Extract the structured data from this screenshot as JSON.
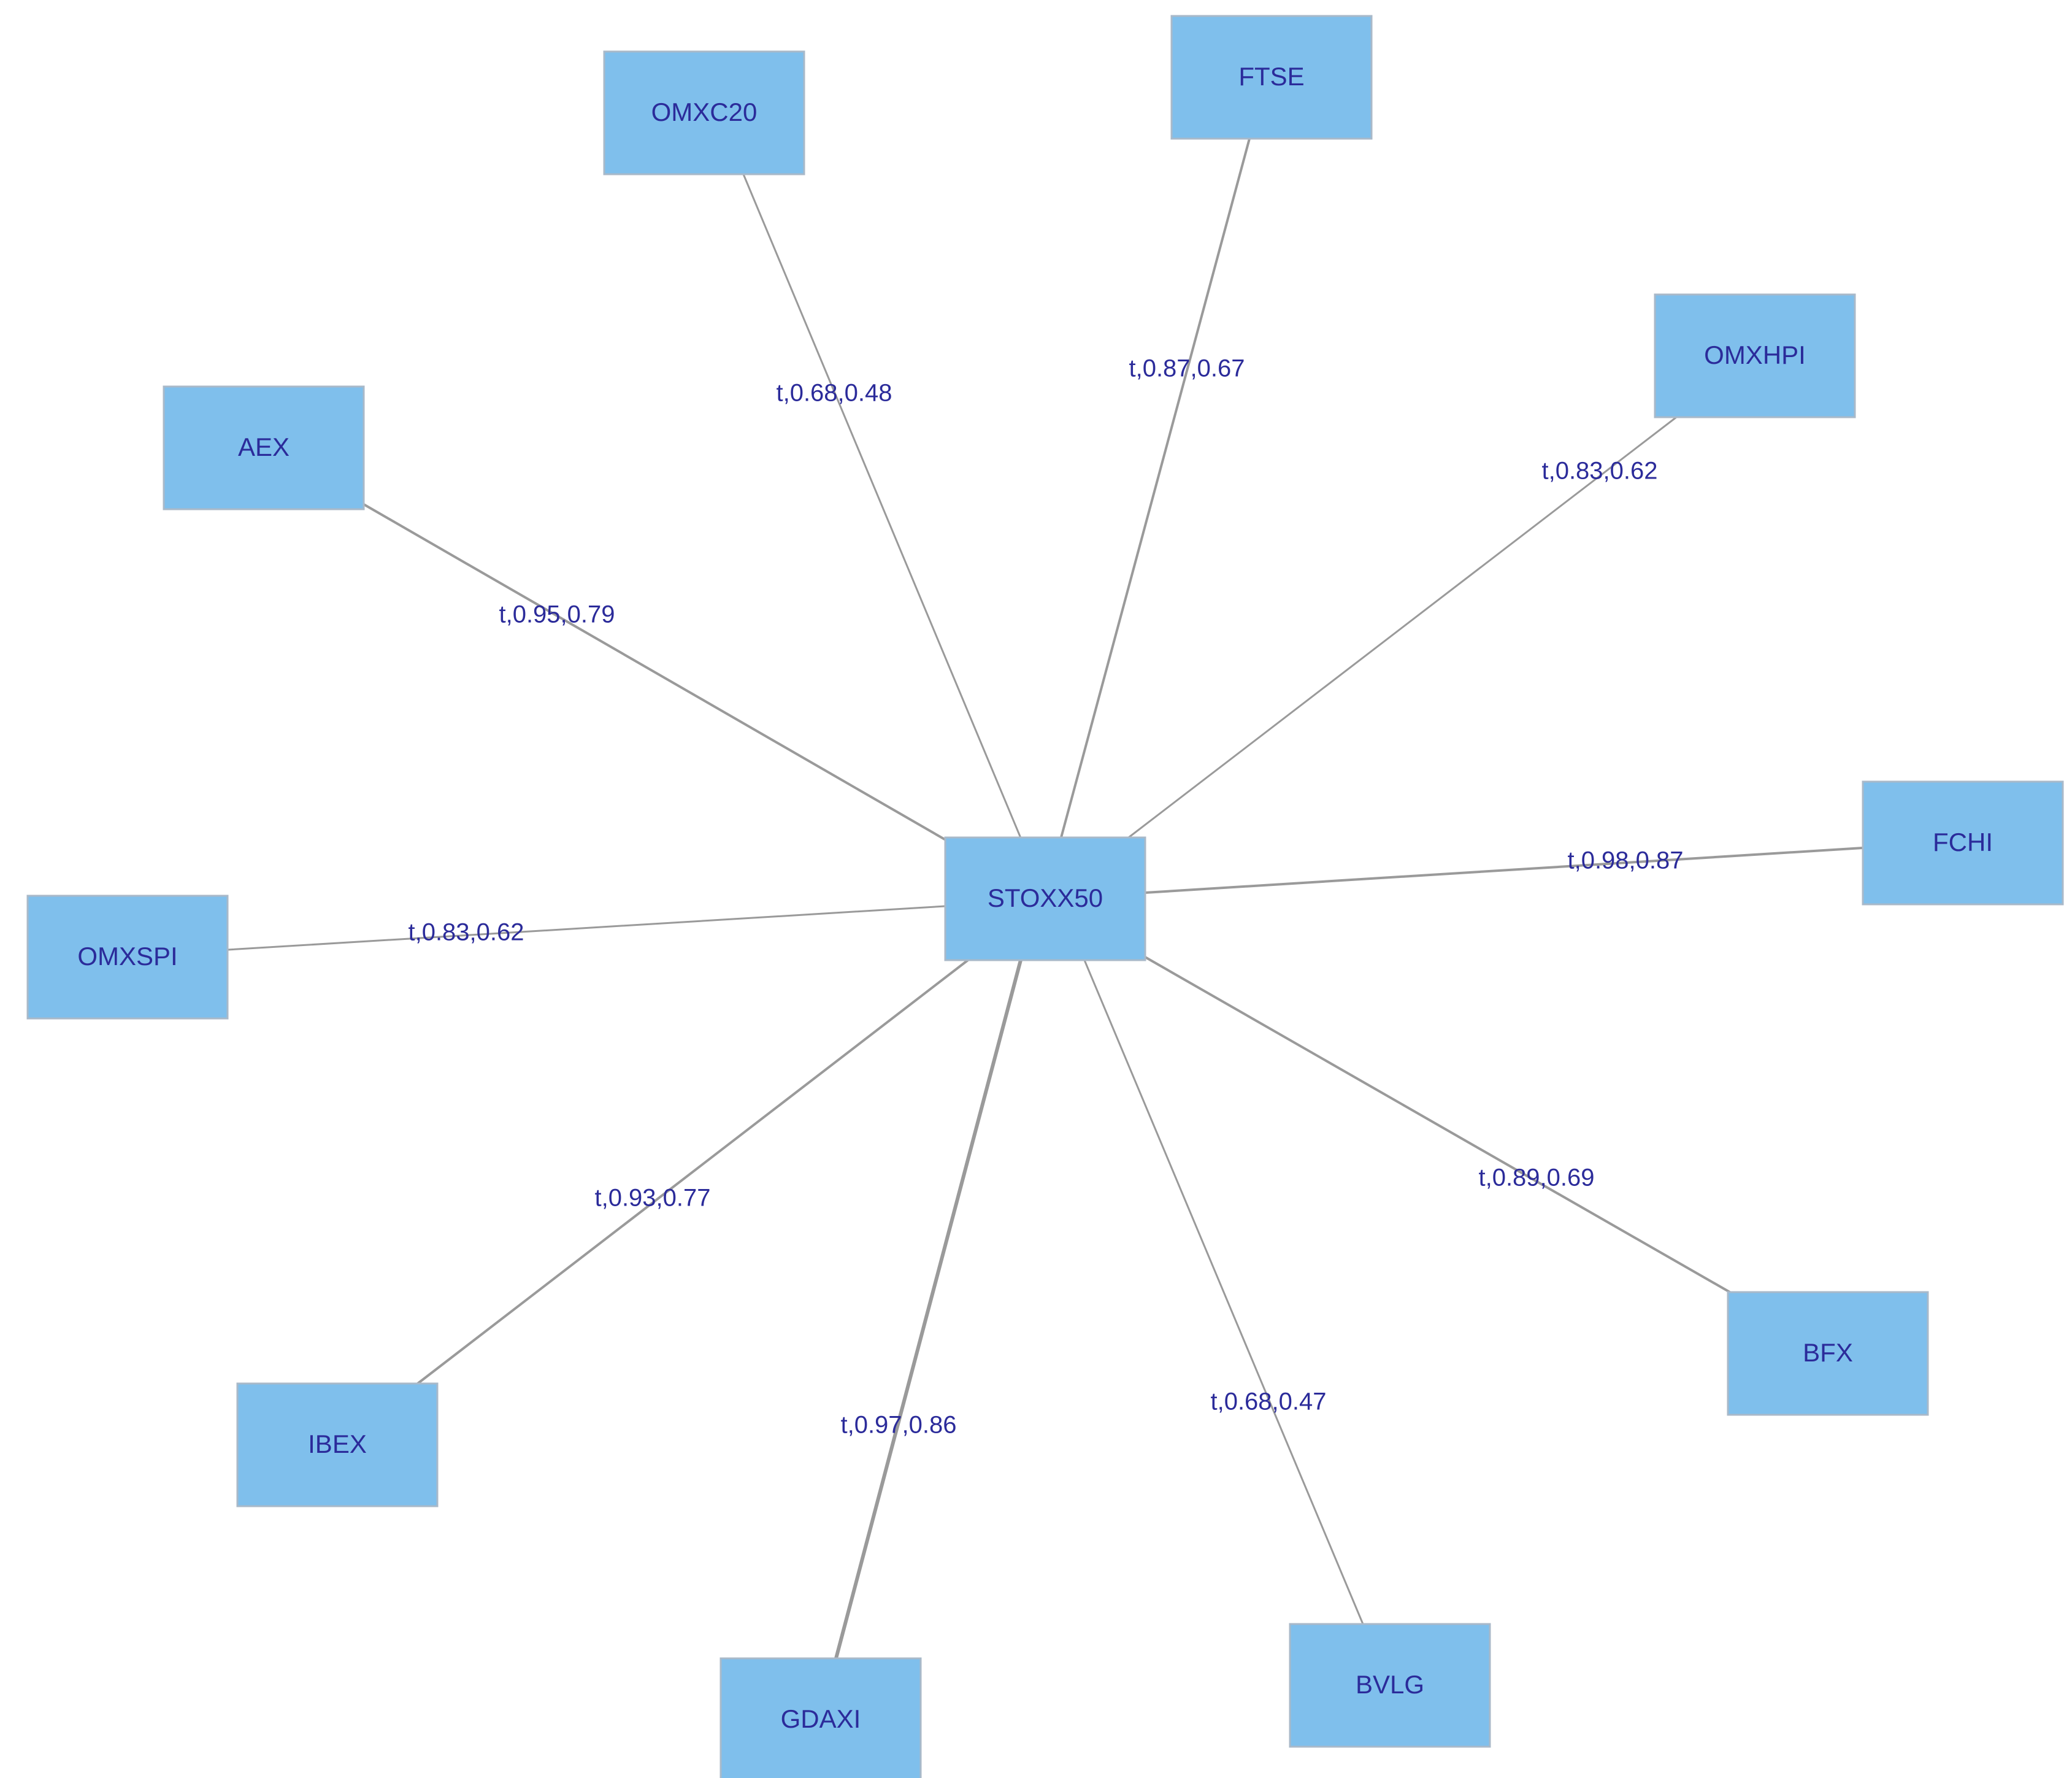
{
  "colors": {
    "node_fill": "#7fbfec",
    "node_border": "#a9b9c9",
    "label_text": "#2b2b9a",
    "edge": "#9a9a9a"
  },
  "center": {
    "id": "STOXX50",
    "label": "STOXX50"
  },
  "nodes": [
    {
      "id": "OMXC20",
      "label": "OMXC20"
    },
    {
      "id": "FTSE",
      "label": "FTSE"
    },
    {
      "id": "OMXHPI",
      "label": "OMXHPI"
    },
    {
      "id": "AEX",
      "label": "AEX"
    },
    {
      "id": "FCHI",
      "label": "FCHI"
    },
    {
      "id": "OMXSPI",
      "label": "OMXSPI"
    },
    {
      "id": "BFX",
      "label": "BFX"
    },
    {
      "id": "IBEX",
      "label": "IBEX"
    },
    {
      "id": "BVLG",
      "label": "BVLG"
    },
    {
      "id": "GDAXI",
      "label": "GDAXI"
    }
  ],
  "edges": [
    {
      "from": "STOXX50",
      "to": "OMXC20",
      "label": "t,0.68,0.48"
    },
    {
      "from": "STOXX50",
      "to": "FTSE",
      "label": "t,0.87,0.67"
    },
    {
      "from": "STOXX50",
      "to": "OMXHPI",
      "label": "t,0.83,0.62"
    },
    {
      "from": "STOXX50",
      "to": "AEX",
      "label": "t,0.95,0.79"
    },
    {
      "from": "STOXX50",
      "to": "FCHI",
      "label": "t,0.98,0.87"
    },
    {
      "from": "STOXX50",
      "to": "OMXSPI",
      "label": "t,0.83,0.62"
    },
    {
      "from": "STOXX50",
      "to": "BFX",
      "label": "t,0.89,0.69"
    },
    {
      "from": "STOXX50",
      "to": "IBEX",
      "label": "t,0.93,0.77"
    },
    {
      "from": "STOXX50",
      "to": "BVLG",
      "label": "t,0.68,0.47"
    },
    {
      "from": "STOXX50",
      "to": "GDAXI",
      "label": "t,0.97,0.86"
    }
  ]
}
